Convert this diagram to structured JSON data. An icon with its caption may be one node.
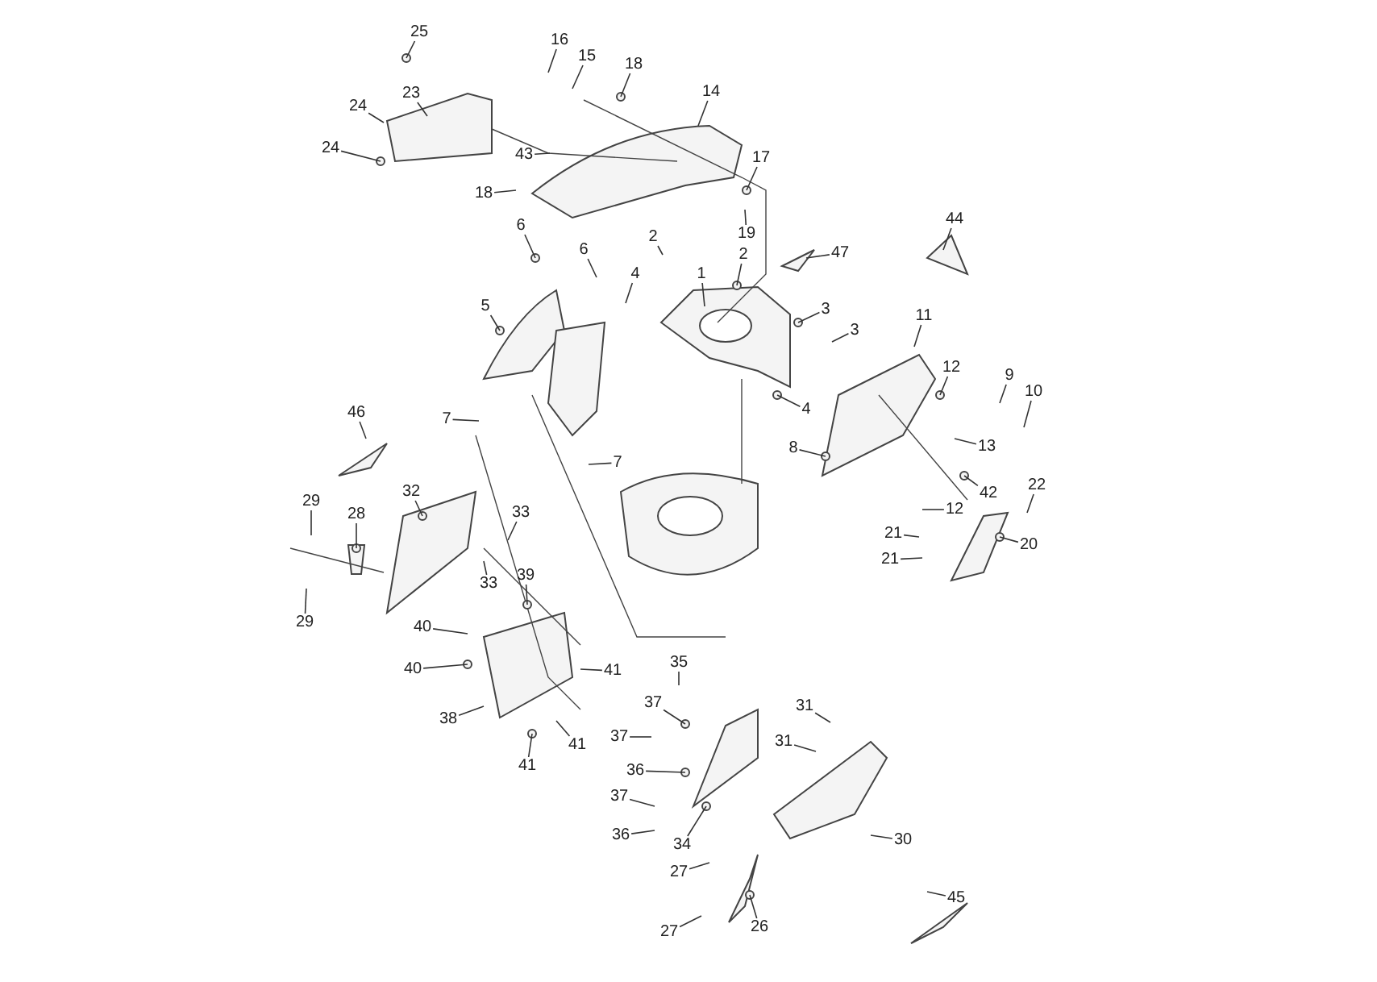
{
  "diagram": {
    "nodes": [
      {
        "text": [
          "25"
        ]
      },
      {
        "text": [
          "16"
        ]
      },
      {
        "text": [
          "15"
        ]
      },
      {
        "text": [
          "18"
        ]
      },
      {
        "text": [
          "14"
        ]
      },
      {
        "text": [
          "24"
        ]
      },
      {
        "text": [
          "24"
        ]
      },
      {
        "text": [
          "23"
        ]
      },
      {
        "text": [
          "43"
        ]
      },
      {
        "text": [
          "17"
        ]
      },
      {
        "text": [
          "18"
        ]
      },
      {
        "text": [
          "19"
        ]
      },
      {
        "text": [
          "6"
        ]
      },
      {
        "text": [
          "6"
        ]
      },
      {
        "text": [
          "2"
        ]
      },
      {
        "text": [
          "2"
        ]
      },
      {
        "text": [
          "47"
        ]
      },
      {
        "text": [
          "44"
        ]
      },
      {
        "text": [
          "5"
        ]
      },
      {
        "text": [
          "4"
        ]
      },
      {
        "text": [
          "1"
        ]
      },
      {
        "text": [
          "3"
        ]
      },
      {
        "text": [
          "3"
        ]
      },
      {
        "text": [
          "11"
        ]
      },
      {
        "text": [
          "12"
        ]
      },
      {
        "text": [
          "9"
        ]
      },
      {
        "text": [
          "10"
        ]
      },
      {
        "text": [
          "4"
        ]
      },
      {
        "text": [
          "7"
        ]
      },
      {
        "text": [
          "7"
        ]
      },
      {
        "text": [
          "8"
        ]
      },
      {
        "text": [
          "13"
        ]
      },
      {
        "text": [
          "46"
        ]
      },
      {
        "text": [
          "42"
        ]
      },
      {
        "text": [
          "22"
        ]
      },
      {
        "text": [
          "12"
        ]
      },
      {
        "text": [
          "32"
        ]
      },
      {
        "text": [
          "33"
        ]
      },
      {
        "text": [
          "29"
        ]
      },
      {
        "text": [
          "28"
        ]
      },
      {
        "text": [
          "33"
        ]
      },
      {
        "text": [
          "21"
        ]
      },
      {
        "text": [
          "20"
        ]
      },
      {
        "text": [
          "21"
        ]
      },
      {
        "text": [
          "29"
        ]
      },
      {
        "text": [
          "39"
        ]
      },
      {
        "text": [
          "40"
        ]
      },
      {
        "text": [
          "41"
        ]
      },
      {
        "text": [
          "40"
        ]
      },
      {
        "text": [
          "38"
        ]
      },
      {
        "text": [
          "41"
        ]
      },
      {
        "text": [
          "41"
        ]
      },
      {
        "text": [
          "35"
        ]
      },
      {
        "text": [
          "31"
        ]
      },
      {
        "text": [
          "37"
        ]
      },
      {
        "text": [
          "31"
        ]
      },
      {
        "text": [
          "37"
        ]
      },
      {
        "text": [
          "36"
        ]
      },
      {
        "text": [
          "37"
        ]
      },
      {
        "text": [
          "36"
        ]
      },
      {
        "text": [
          "34"
        ]
      },
      {
        "text": [
          "30"
        ]
      },
      {
        "text": [
          "27"
        ]
      },
      {
        "text": [
          "26"
        ]
      },
      {
        "text": [
          "27"
        ]
      },
      {
        "text": [
          "45"
        ]
      }
    ],
    "edges": [
      {
        "from": 0,
        "to": null,
        "arrow": "none"
      },
      {
        "from": 1,
        "to": null,
        "arrow": "none"
      },
      {
        "from": 2,
        "to": null,
        "arrow": "none"
      },
      {
        "from": 3,
        "to": null,
        "arrow": "none"
      },
      {
        "from": 4,
        "to": null,
        "arrow": "none"
      },
      {
        "from": 5,
        "to": null,
        "arrow": "none"
      },
      {
        "from": 6,
        "to": null,
        "arrow": "none"
      },
      {
        "from": 7,
        "to": null,
        "arrow": "none"
      },
      {
        "from": 8,
        "to": null,
        "arrow": "none"
      },
      {
        "from": 9,
        "to": null,
        "arrow": "none"
      },
      {
        "from": 10,
        "to": null,
        "arrow": "none"
      },
      {
        "from": 11,
        "to": null,
        "arrow": "none"
      },
      {
        "from": 12,
        "to": null,
        "arrow": "none"
      },
      {
        "from": 13,
        "to": null,
        "arrow": "none"
      },
      {
        "from": 14,
        "to": null,
        "arrow": "none"
      },
      {
        "from": 15,
        "to": null,
        "arrow": "none"
      },
      {
        "from": 16,
        "to": null,
        "arrow": "none"
      },
      {
        "from": 17,
        "to": null,
        "arrow": "none"
      },
      {
        "from": 18,
        "to": null,
        "arrow": "none"
      },
      {
        "from": 19,
        "to": null,
        "arrow": "none"
      },
      {
        "from": 20,
        "to": null,
        "arrow": "none"
      },
      {
        "from": 21,
        "to": null,
        "arrow": "none"
      },
      {
        "from": 22,
        "to": null,
        "arrow": "none"
      },
      {
        "from": 23,
        "to": null,
        "arrow": "none"
      },
      {
        "from": 24,
        "to": null,
        "arrow": "none"
      },
      {
        "from": 25,
        "to": null,
        "arrow": "none"
      },
      {
        "from": 26,
        "to": null,
        "arrow": "none"
      },
      {
        "from": 27,
        "to": null,
        "arrow": "none"
      },
      {
        "from": 28,
        "to": null,
        "arrow": "none"
      },
      {
        "from": 29,
        "to": null,
        "arrow": "none"
      },
      {
        "from": 30,
        "to": null,
        "arrow": "none"
      },
      {
        "from": 31,
        "to": null,
        "arrow": "none"
      },
      {
        "from": 32,
        "to": null,
        "arrow": "none"
      },
      {
        "from": 33,
        "to": null,
        "arrow": "none"
      },
      {
        "from": 34,
        "to": null,
        "arrow": "none"
      },
      {
        "from": 35,
        "to": null,
        "arrow": "none"
      },
      {
        "from": 36,
        "to": null,
        "arrow": "none"
      },
      {
        "from": 37,
        "to": null,
        "arrow": "none"
      },
      {
        "from": 38,
        "to": null,
        "arrow": "none"
      },
      {
        "from": 39,
        "to": null,
        "arrow": "none"
      },
      {
        "from": 40,
        "to": null,
        "arrow": "none"
      },
      {
        "from": 41,
        "to": null,
        "arrow": "none"
      },
      {
        "from": 42,
        "to": null,
        "arrow": "none"
      },
      {
        "from": 43,
        "to": null,
        "arrow": "none"
      },
      {
        "from": 44,
        "to": null,
        "arrow": "none"
      },
      {
        "from": 45,
        "to": null,
        "arrow": "none"
      },
      {
        "from": 46,
        "to": null,
        "arrow": "none"
      },
      {
        "from": 47,
        "to": null,
        "arrow": "none"
      },
      {
        "from": 48,
        "to": null,
        "arrow": "none"
      },
      {
        "from": 49,
        "to": null,
        "arrow": "none"
      },
      {
        "from": 50,
        "to": null,
        "arrow": "none"
      },
      {
        "from": 51,
        "to": null,
        "arrow": "none"
      },
      {
        "from": 52,
        "to": null,
        "arrow": "none"
      },
      {
        "from": 53,
        "to": null,
        "arrow": "none"
      },
      {
        "from": 54,
        "to": null,
        "arrow": "none"
      },
      {
        "from": 55,
        "to": null,
        "arrow": "none"
      },
      {
        "from": 56,
        "to": null,
        "arrow": "none"
      },
      {
        "from": 57,
        "to": null,
        "arrow": "none"
      },
      {
        "from": 58,
        "to": null,
        "arrow": "none"
      },
      {
        "from": 59,
        "to": null,
        "arrow": "none"
      },
      {
        "from": 60,
        "to": null,
        "arrow": "none"
      },
      {
        "from": 61,
        "to": null,
        "arrow": "none"
      },
      {
        "from": 62,
        "to": null,
        "arrow": "none"
      },
      {
        "from": 63,
        "to": null,
        "arrow": "none"
      },
      {
        "from": 64,
        "to": null,
        "arrow": "none"
      },
      {
        "from": 65,
        "to": null,
        "arrow": "none"
      }
    ]
  }
}
